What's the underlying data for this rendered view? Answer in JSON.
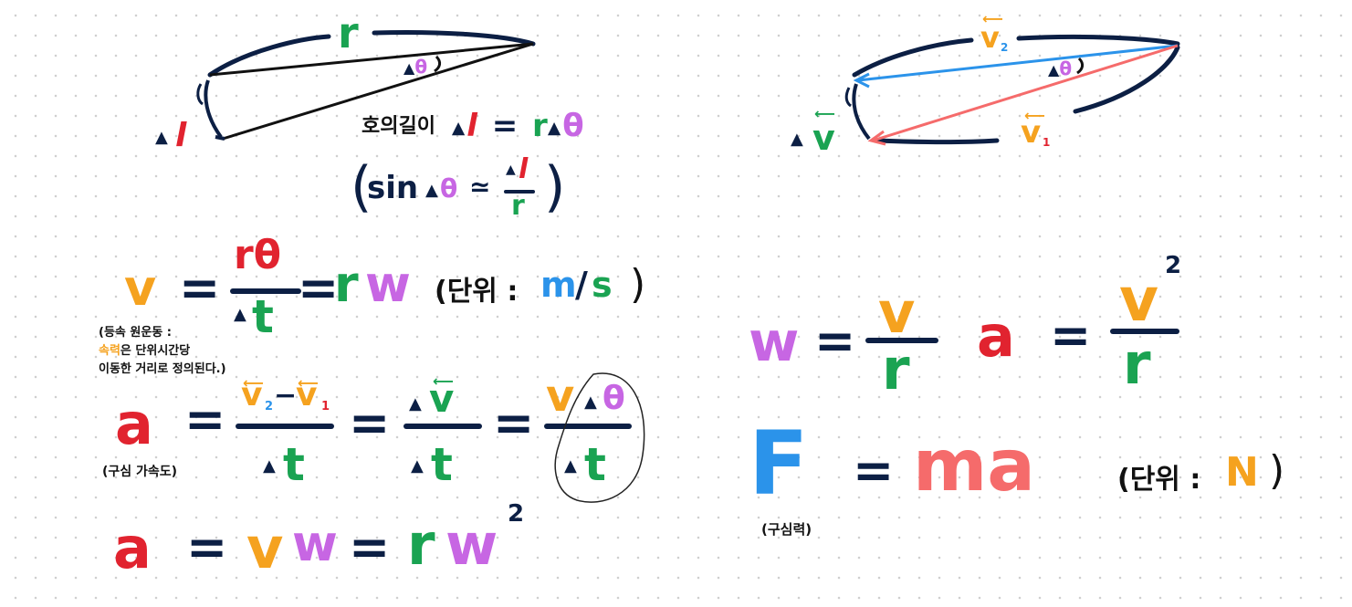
{
  "diagram1": {
    "r": "r",
    "dtheta": "Δθ",
    "dl_tri": "▲",
    "dl": "l"
  },
  "arc": {
    "prefix": "호의길이",
    "tri": "▲",
    "dl": "l",
    "eq": "=",
    "r": "r",
    "tri2": "▲",
    "theta": "θ"
  },
  "sin_approx": {
    "open": "(",
    "sin": "sin",
    "tri": "▲",
    "theta": "θ",
    "approx": "≃",
    "num_tri": "▲",
    "num": "l",
    "den": "r",
    "close": ")"
  },
  "velocity": {
    "v": "v",
    "eq1": "=",
    "num": "rθ",
    "den_tri": "▲",
    "den": "t",
    "eq2": "=",
    "r": "r",
    "w": "w",
    "unit_open": "(단위 :",
    "unit_m": "m",
    "unit_slash": "/",
    "unit_s": "s",
    "unit_close": ")"
  },
  "note_uniform": {
    "line1": "(등속 원운동 :",
    "line2_a": "속력",
    "line2_b": "은 단위시간당",
    "line3": "이동한 거리로 정의된다.)"
  },
  "accel": {
    "a": "a",
    "eq1": "=",
    "n1_v2": "v",
    "n1_sub2": "2",
    "n1_minus": "−",
    "n1_v1": "v",
    "n1_sub1": "1",
    "d1_tri": "▲",
    "d1": "t",
    "eq2": "=",
    "n2_tri": "▲",
    "n2": "v",
    "d2_tri": "▲",
    "d2": "t",
    "eq3": "=",
    "n3_v": "v",
    "n3_tri": "▲",
    "n3_theta": "θ",
    "d3_tri": "▲",
    "d3": "t",
    "label": "(구심 가속도)"
  },
  "accel2": {
    "a": "a",
    "eq1": "=",
    "v": "v",
    "w": "w",
    "eq2": "=",
    "r": "r",
    "w2": "w",
    "sup": "2"
  },
  "diagram2": {
    "v2": "v",
    "v2_sub": "2",
    "v1": "v",
    "v1_sub": "1",
    "dtheta": "Δθ",
    "dv_tri": "▲",
    "dv": "v"
  },
  "omega": {
    "w": "w",
    "eq": "=",
    "num": "v",
    "den": "r"
  },
  "a_v2r": {
    "a": "a",
    "eq": "=",
    "num": "v",
    "sup": "2",
    "den": "r"
  },
  "force": {
    "F": "F",
    "eq": "=",
    "ma": "ma",
    "unit_open": "(단위 :",
    "unit_N": "N",
    "unit_close": ")",
    "label": "(구심력)"
  },
  "colors": {
    "navy": "#0c1f44",
    "green": "#1aa352",
    "orange": "#f5a21f",
    "purple": "#c766e3",
    "red": "#e1232f",
    "blue": "#2b93ea",
    "salmon": "#f56b6b"
  }
}
